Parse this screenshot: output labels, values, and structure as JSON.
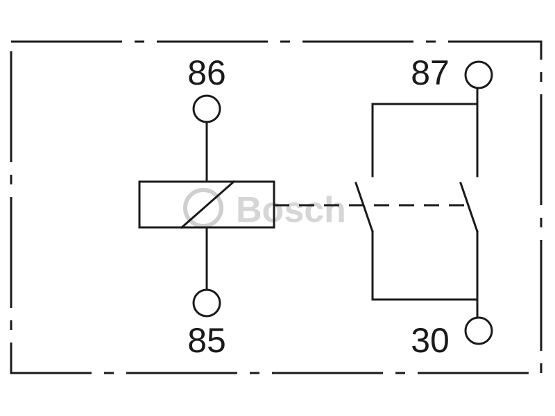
{
  "terminals": {
    "coil_top": "86",
    "coil_bottom": "85",
    "contact_top": "87",
    "contact_bottom": "30"
  },
  "watermark": {
    "copyright_symbol": "©",
    "brand": "Bosch"
  }
}
